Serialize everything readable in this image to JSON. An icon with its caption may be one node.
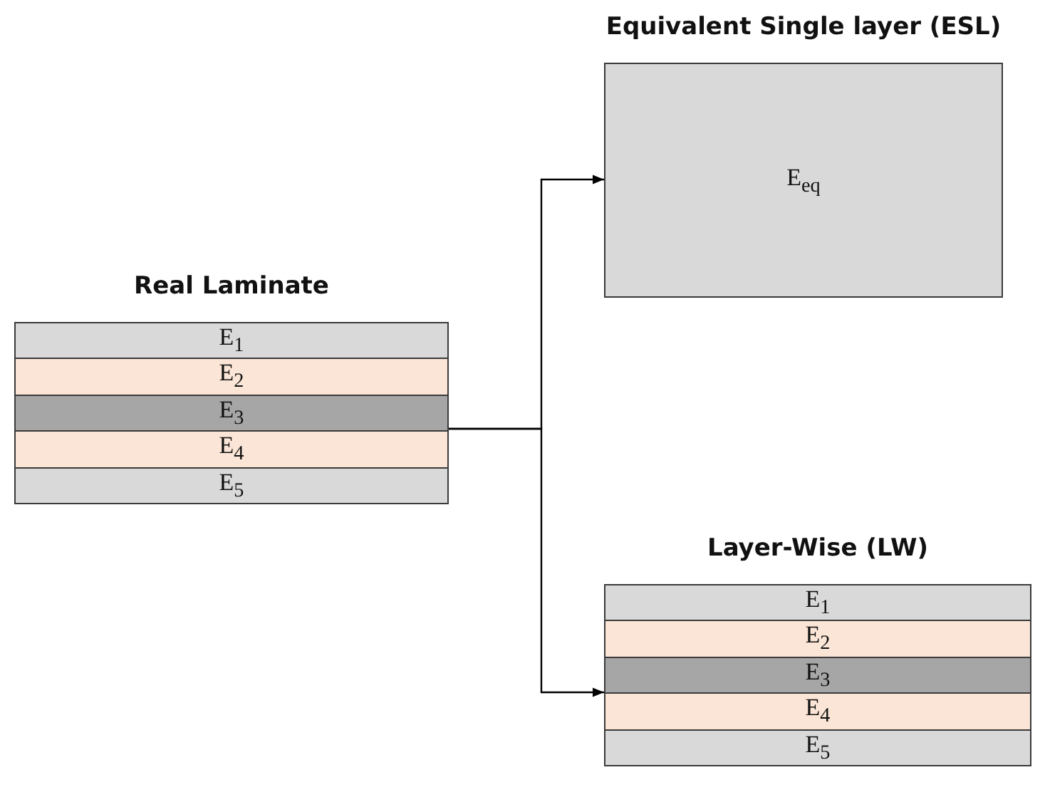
{
  "diagram": {
    "nodes": [
      {
        "text": [
          "Real Laminate"
        ]
      },
      {
        "text": [
          "E$_{1}$"
        ],
        "in": 0
      },
      {
        "text": [
          "E$_{2}$"
        ],
        "in": 0
      },
      {
        "text": [
          "E$_{3}$"
        ],
        "in": 0
      },
      {
        "text": [
          "E$_{4}$"
        ],
        "in": 0
      },
      {
        "text": [
          "E$_{5}$"
        ],
        "in": 0
      },
      {
        "text": [
          "Equivalent Single layer (ESL)",
          "E$_{eq}$"
        ]
      },
      {
        "text": [
          "Layer-Wise (LW)"
        ]
      },
      {
        "text": [
          "E$_{1}$"
        ],
        "in": 7
      },
      {
        "text": [
          "E$_{2}$"
        ],
        "in": 7
      },
      {
        "text": [
          "E$_{3}$"
        ],
        "in": 7
      },
      {
        "text": [
          "E$_{4}$"
        ],
        "in": 7
      },
      {
        "text": [
          "E$_{5}$"
        ],
        "in": 7
      }
    ],
    "edges": [
      {
        "from": 0,
        "to": 6,
        "arrow": "to"
      },
      {
        "from": 0,
        "to": 7,
        "arrow": "to"
      }
    ]
  }
}
